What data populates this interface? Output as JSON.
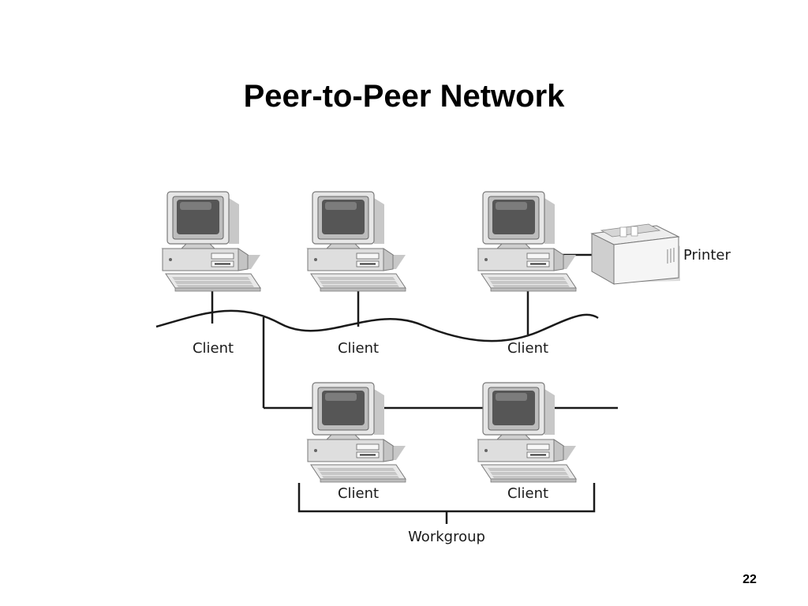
{
  "slide": {
    "title": "Peer-to-Peer Network",
    "page_number": "22"
  },
  "diagram": {
    "labels": {
      "client_top_left": "Client",
      "client_top_center": "Client",
      "client_top_right": "Client",
      "client_bottom_left": "Client",
      "client_bottom_right": "Client",
      "printer": "Printer",
      "workgroup": "Workgroup"
    }
  }
}
